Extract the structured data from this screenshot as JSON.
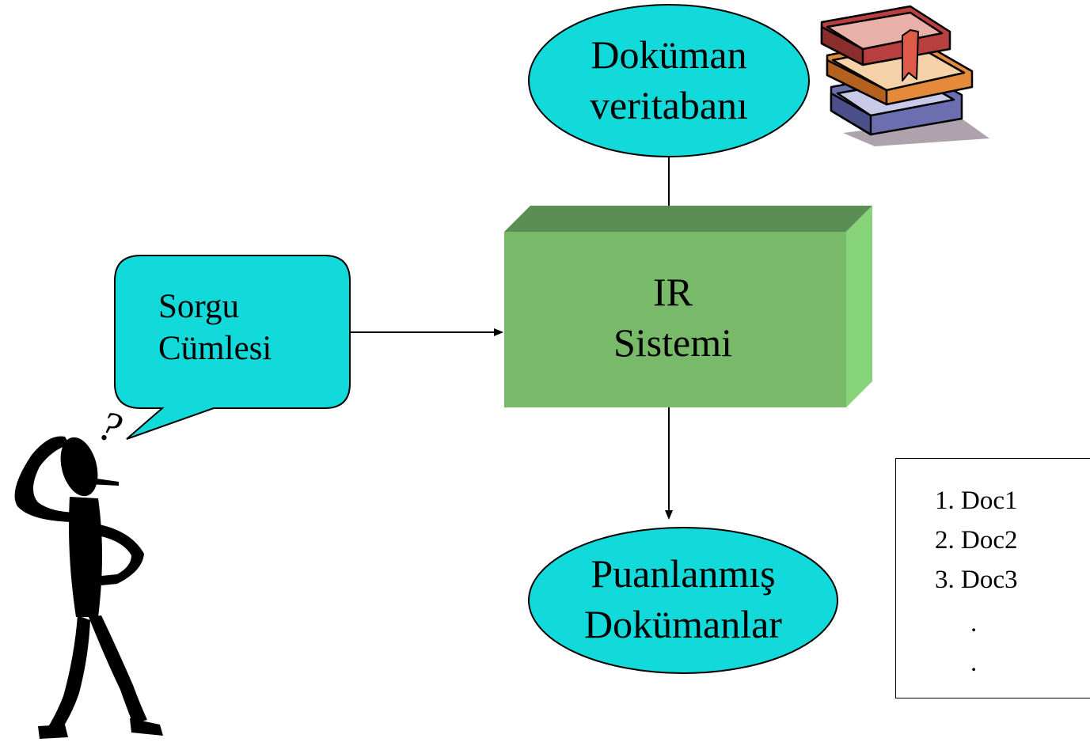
{
  "nodes": {
    "document_db": {
      "line1": "Doküman",
      "line2": "veritabanı"
    },
    "ir_system": {
      "line1": "IR",
      "line2": "Sistemi"
    },
    "query": {
      "line1": "Sorgu",
      "line2": "Cümlesi"
    },
    "ranked_docs": {
      "line1": "Puanlanmış",
      "line2": "Dokümanlar"
    }
  },
  "thinking_mark": "?",
  "results": {
    "items": [
      "1. Doc1",
      "2. Doc2",
      "3. Doc3"
    ],
    "ellipsis": [
      ".",
      "."
    ]
  },
  "colors": {
    "node_fill": "#12dada",
    "box_front": "#78b96a",
    "box_top": "#5b8e52",
    "box_side": "#86d37a",
    "stroke": "#000000"
  },
  "icons": [
    "books-icon",
    "thinking-person-icon"
  ]
}
